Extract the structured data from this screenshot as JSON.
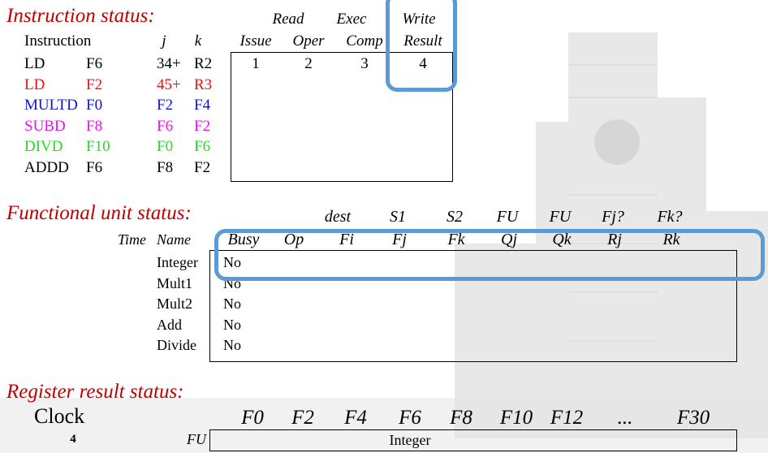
{
  "colors": {
    "heading": "#c00000",
    "highlight": "#5b9bd5",
    "red": "#ee1111",
    "blue": "#1111dd",
    "magenta": "#ee11ee",
    "green": "#22dd22",
    "black": "#000000"
  },
  "instruction_status": {
    "heading": "Instruction status:",
    "col_instruction": "Instruction",
    "col_j": "j",
    "col_k": "k",
    "col_issue": "Issue",
    "col_read_top": "Read",
    "col_read_bottom": "Oper",
    "col_exec_top": "Exec",
    "col_exec_bottom": "Comp",
    "col_write_top": "Write",
    "col_write_bottom": "Result",
    "rows": [
      {
        "op": "LD",
        "dest": "F6",
        "j": "34+",
        "k": "R2",
        "issue": "1",
        "read": "2",
        "exec": "3",
        "write": "4",
        "color": "#000000"
      },
      {
        "op": "LD",
        "dest": "F2",
        "j": "45+",
        "k": "R3",
        "issue": "",
        "read": "",
        "exec": "",
        "write": "",
        "color": "#ee1111"
      },
      {
        "op": "MULTD",
        "dest": "F0",
        "j": "F2",
        "k": "F4",
        "issue": "",
        "read": "",
        "exec": "",
        "write": "",
        "color": "#1111dd"
      },
      {
        "op": "SUBD",
        "dest": "F8",
        "j": "F6",
        "k": "F2",
        "issue": "",
        "read": "",
        "exec": "",
        "write": "",
        "color": "#ee11ee"
      },
      {
        "op": "DIVD",
        "dest": "F10",
        "j": "F0",
        "k": "F6",
        "issue": "",
        "read": "",
        "exec": "",
        "write": "",
        "color": "#22dd22"
      },
      {
        "op": "ADDD",
        "dest": "F6",
        "j": "F8",
        "k": "F2",
        "issue": "",
        "read": "",
        "exec": "",
        "write": "",
        "color": "#000000"
      }
    ]
  },
  "functional_unit_status": {
    "heading": "Functional unit status:",
    "top_headers": [
      "dest",
      "S1",
      "S2",
      "FU",
      "FU",
      "Fj?",
      "Fk?"
    ],
    "col_time": "Time",
    "col_name": "Name",
    "headers": [
      "Busy",
      "Op",
      "Fi",
      "Fj",
      "Fk",
      "Qj",
      "Qk",
      "Rj",
      "Rk"
    ],
    "units": [
      {
        "name": "Integer",
        "busy": "No"
      },
      {
        "name": "Mult1",
        "busy": "No"
      },
      {
        "name": "Mult2",
        "busy": "No"
      },
      {
        "name": "Add",
        "busy": "No"
      },
      {
        "name": "Divide",
        "busy": "No"
      }
    ]
  },
  "register_result_status": {
    "heading": "Register result status:",
    "clock_label": "Clock",
    "clock_value": "4",
    "fu_label": "FU",
    "registers": [
      "F0",
      "F2",
      "F4",
      "F6",
      "F8",
      "F10",
      "F12",
      "...",
      "F30"
    ],
    "values": [
      "",
      "",
      "",
      "Integer",
      "",
      "",
      "",
      "",
      ""
    ]
  }
}
